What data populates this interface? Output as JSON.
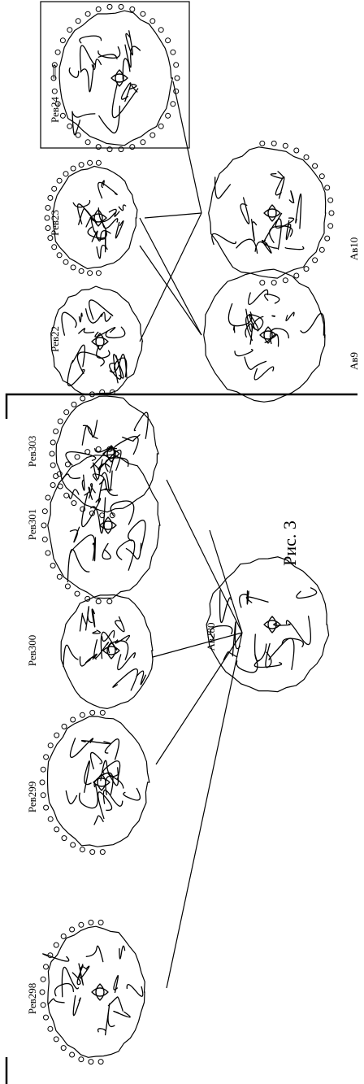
{
  "caption": "Рис. 3",
  "arrow_glyph": "⟹",
  "coins": [
    {
      "id": "rev298",
      "label": "Рев298",
      "type": "reverse"
    },
    {
      "id": "rev299",
      "label": "Рев299",
      "type": "reverse"
    },
    {
      "id": "rev300",
      "label": "Рев300",
      "type": "reverse"
    },
    {
      "id": "rev301",
      "label": "Рев301",
      "type": "reverse"
    },
    {
      "id": "rev303",
      "label": "Рев303",
      "type": "reverse"
    },
    {
      "id": "av280",
      "label": "Ав280",
      "type": "obverse"
    },
    {
      "id": "rev22",
      "label": "Рев22",
      "type": "reverse"
    },
    {
      "id": "rev23",
      "label": "Рев23",
      "type": "reverse"
    },
    {
      "id": "rev24",
      "label": "Рев24",
      "type": "reverse"
    },
    {
      "id": "av9",
      "label": "Ав9",
      "type": "obverse"
    },
    {
      "id": "av10",
      "label": "Ав10",
      "type": "obverse"
    }
  ],
  "links": [
    [
      "av280",
      "rev298"
    ],
    [
      "av280",
      "rev299"
    ],
    [
      "av280",
      "rev300"
    ],
    [
      "av280",
      "rev301"
    ],
    [
      "av280",
      "rev303"
    ],
    [
      "av9",
      "rev22"
    ],
    [
      "av9",
      "rev23"
    ],
    [
      "av10",
      "rev22"
    ],
    [
      "av10",
      "rev23"
    ],
    [
      "av10",
      "rev24"
    ]
  ]
}
